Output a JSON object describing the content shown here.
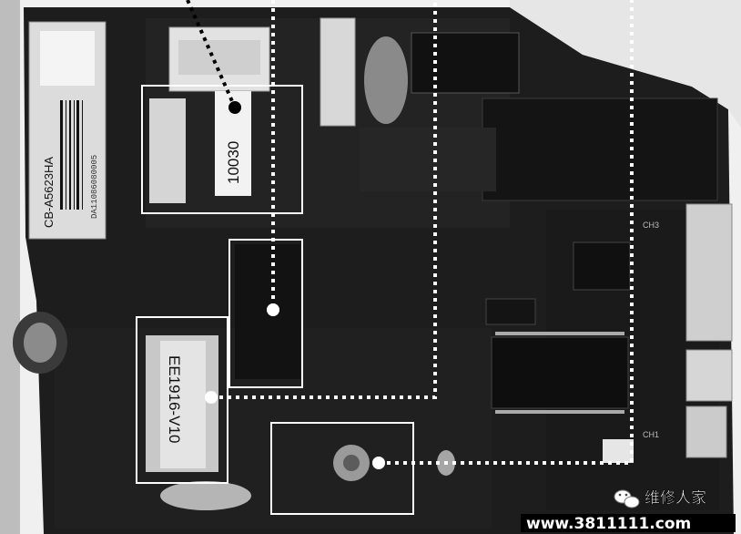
{
  "photo": {
    "subject": "air conditioner control circuit board, black-and-white photo",
    "board_color": "#1d1d1d",
    "background_color": "#f2f2f2"
  },
  "labels": {
    "sticker_model": "CB-A5623HA",
    "sticker_barcode_number": "DA11086080005",
    "resistor_marking": "10030",
    "transformer_marking": "EE1916-V10",
    "connector_mark_1": "CH3",
    "connector_mark_2": "CH1"
  },
  "highlights": {
    "box_color": "#ffffff",
    "leader_line_style": "dotted",
    "marker_color_dark": "#000000",
    "marker_color_light": "#ffffff"
  },
  "watermark": {
    "brand": "维修人家",
    "url": "www.3811111.com",
    "url_bg": "#000000",
    "url_color": "#ffffff"
  }
}
